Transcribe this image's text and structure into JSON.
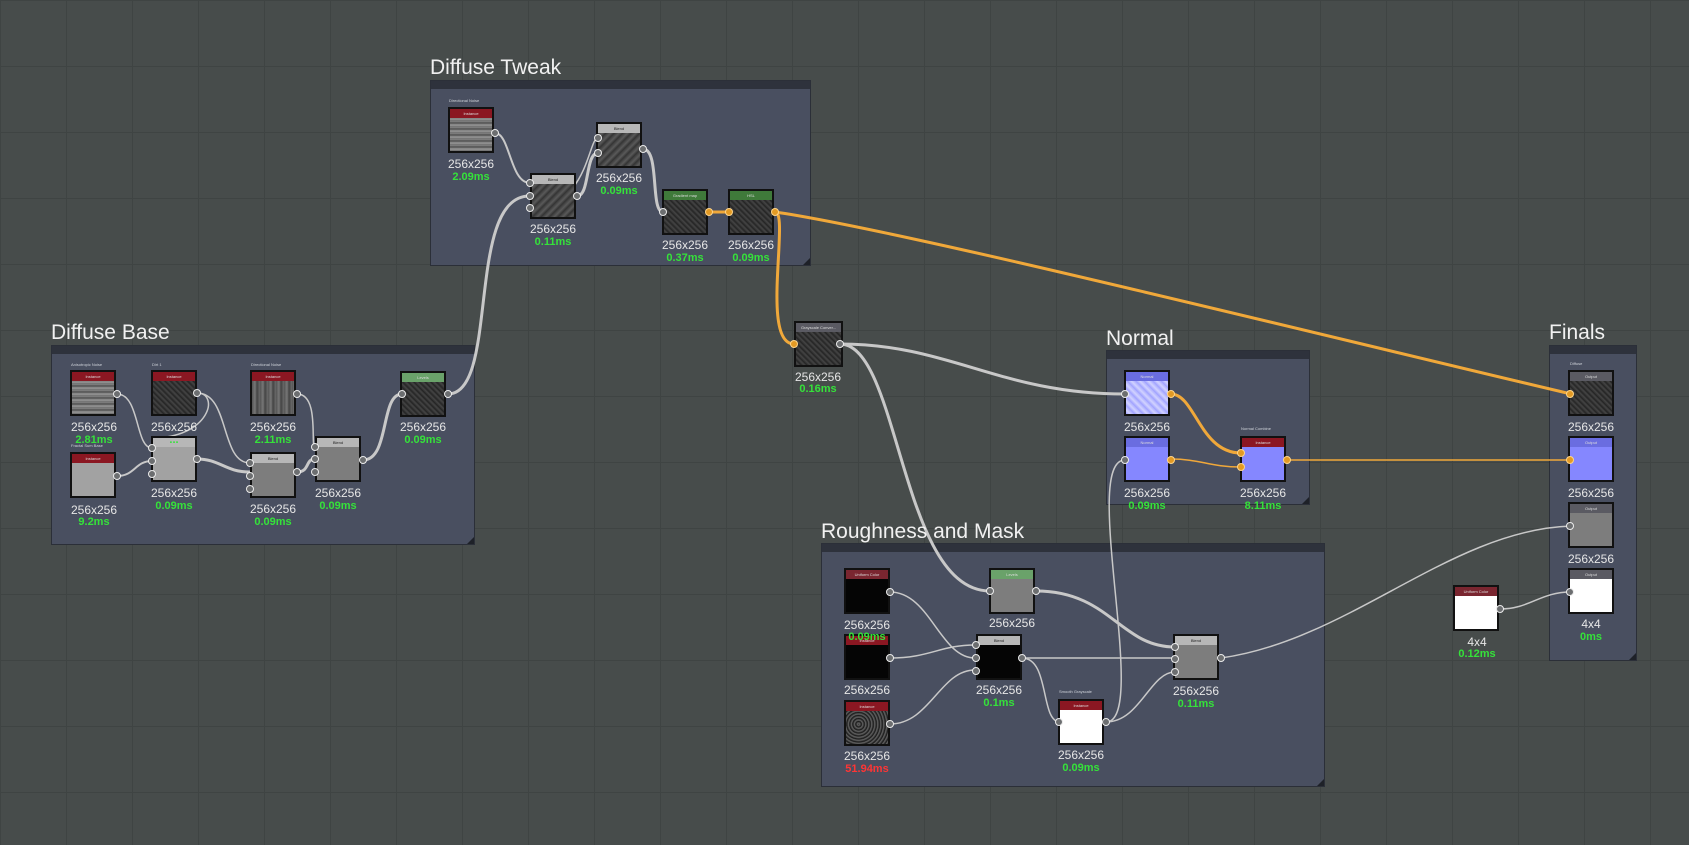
{
  "frames": [
    {
      "id": "diffuse_tweak",
      "title": "Diffuse Tweak"
    },
    {
      "id": "diffuse_base",
      "title": "Diffuse Base"
    },
    {
      "id": "normal",
      "title": "Normal"
    },
    {
      "id": "roughness_mask",
      "title": "Roughness and Mask"
    },
    {
      "id": "finals",
      "title": "Finals"
    }
  ],
  "nodes": {
    "dt_instance": {
      "header": "Instance",
      "label": "Directional Noise",
      "sublabel": "...",
      "size": "256x256",
      "time": "2.09ms"
    },
    "dt_blend1": {
      "header": "Blend",
      "size": "256x256",
      "time": "0.11ms"
    },
    "dt_blend2": {
      "header": "Blend",
      "size": "256x256",
      "time": "0.09ms"
    },
    "dt_gradient": {
      "header": "Gradient map",
      "size": "256x256",
      "time": "0.37ms"
    },
    "dt_hsl": {
      "header": "HSL",
      "size": "256x256",
      "time": "0.09ms"
    },
    "db_noise1": {
      "header": "Instance",
      "label": "Anisotropic Noise",
      "size": "256x256",
      "time": "2.81ms"
    },
    "db_noise2": {
      "header": "Instance",
      "label": "Fractal Sum Base",
      "size": "256x256",
      "time": "9.2ms"
    },
    "db_noise3": {
      "header": "Instance",
      "label": "Dirt 1",
      "size": "256x256",
      "time": "..."
    },
    "db_blend_mid": {
      "header": "Blend",
      "size": "256x256",
      "time": "0.09ms"
    },
    "db_noise4": {
      "header": "Instance",
      "label": "Directional Noise",
      "size": "256x256",
      "time": "2.11ms"
    },
    "db_blend3": {
      "header": "Blend",
      "size": "256x256",
      "time": "0.09ms"
    },
    "db_blend4": {
      "header": "Blend",
      "size": "256x256",
      "time": "0.09ms"
    },
    "db_levels": {
      "header": "Levels",
      "size": "256x256",
      "time": "0.09ms"
    },
    "grayscale": {
      "header": "Grayscale Conver...",
      "size": "256x256",
      "time": "0.16ms"
    },
    "n_normal1": {
      "header": "Normal",
      "size": "256x256",
      "time": ""
    },
    "n_normal2": {
      "header": "Normal",
      "size": "256x256",
      "time": "0.09ms"
    },
    "n_combine": {
      "header": "Instance",
      "label": "Normal Combine",
      "size": "256x256",
      "time": "8.11ms"
    },
    "r_uniform": {
      "header": "Uniform Color",
      "size": "256x256",
      "time": "0.09ms"
    },
    "r_dark": {
      "header": "Instance",
      "size": "256x256",
      "time": ""
    },
    "r_instance3": {
      "header": "Instance",
      "size": "256x256",
      "time": "51.94ms"
    },
    "r_levels": {
      "header": "Levels",
      "size": "256x256",
      "time": ""
    },
    "r_blend1": {
      "header": "Blend",
      "size": "256x256",
      "time": "0.1ms"
    },
    "r_smooth": {
      "header": "Instance",
      "label": "Smooth Grayscale",
      "size": "256x256",
      "time": "0.09ms"
    },
    "r_blend2": {
      "header": "Blend",
      "size": "256x256",
      "time": "0.11ms"
    },
    "f_out1": {
      "header": "Output",
      "label": "Diffuse",
      "size": "256x256",
      "time": ""
    },
    "f_out2": {
      "header": "Output",
      "size": "256x256",
      "time": ""
    },
    "f_out3": {
      "header": "Output",
      "size": "256x256",
      "time": ""
    },
    "f_out4": {
      "header": "Output",
      "size": "4x4",
      "time": "0ms"
    },
    "uniform_outside": {
      "header": "Uniform Color",
      "size": "4x4",
      "time": "0.12ms"
    }
  },
  "colors": {
    "graph_bg": "#474c4b",
    "frame_bg": "#494f60",
    "wire_gray": "#c8c8c8",
    "wire_orange": "#f0a83a",
    "time_ok": "#35e23a",
    "time_slow": "#ff3535"
  }
}
